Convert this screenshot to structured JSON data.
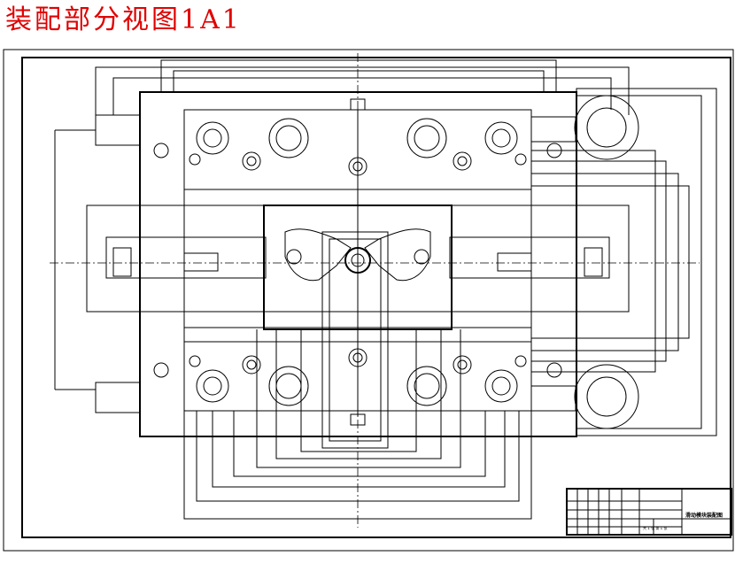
{
  "title": {
    "text": "装配部分视图1A1",
    "color": "#e00000"
  },
  "title_block": {
    "drawing_name": "滑动模块装配图",
    "sheet_info": "共 1 张  第 1 张"
  },
  "colors": {
    "line": "#000000",
    "background": "#ffffff",
    "title": "#e00000"
  }
}
